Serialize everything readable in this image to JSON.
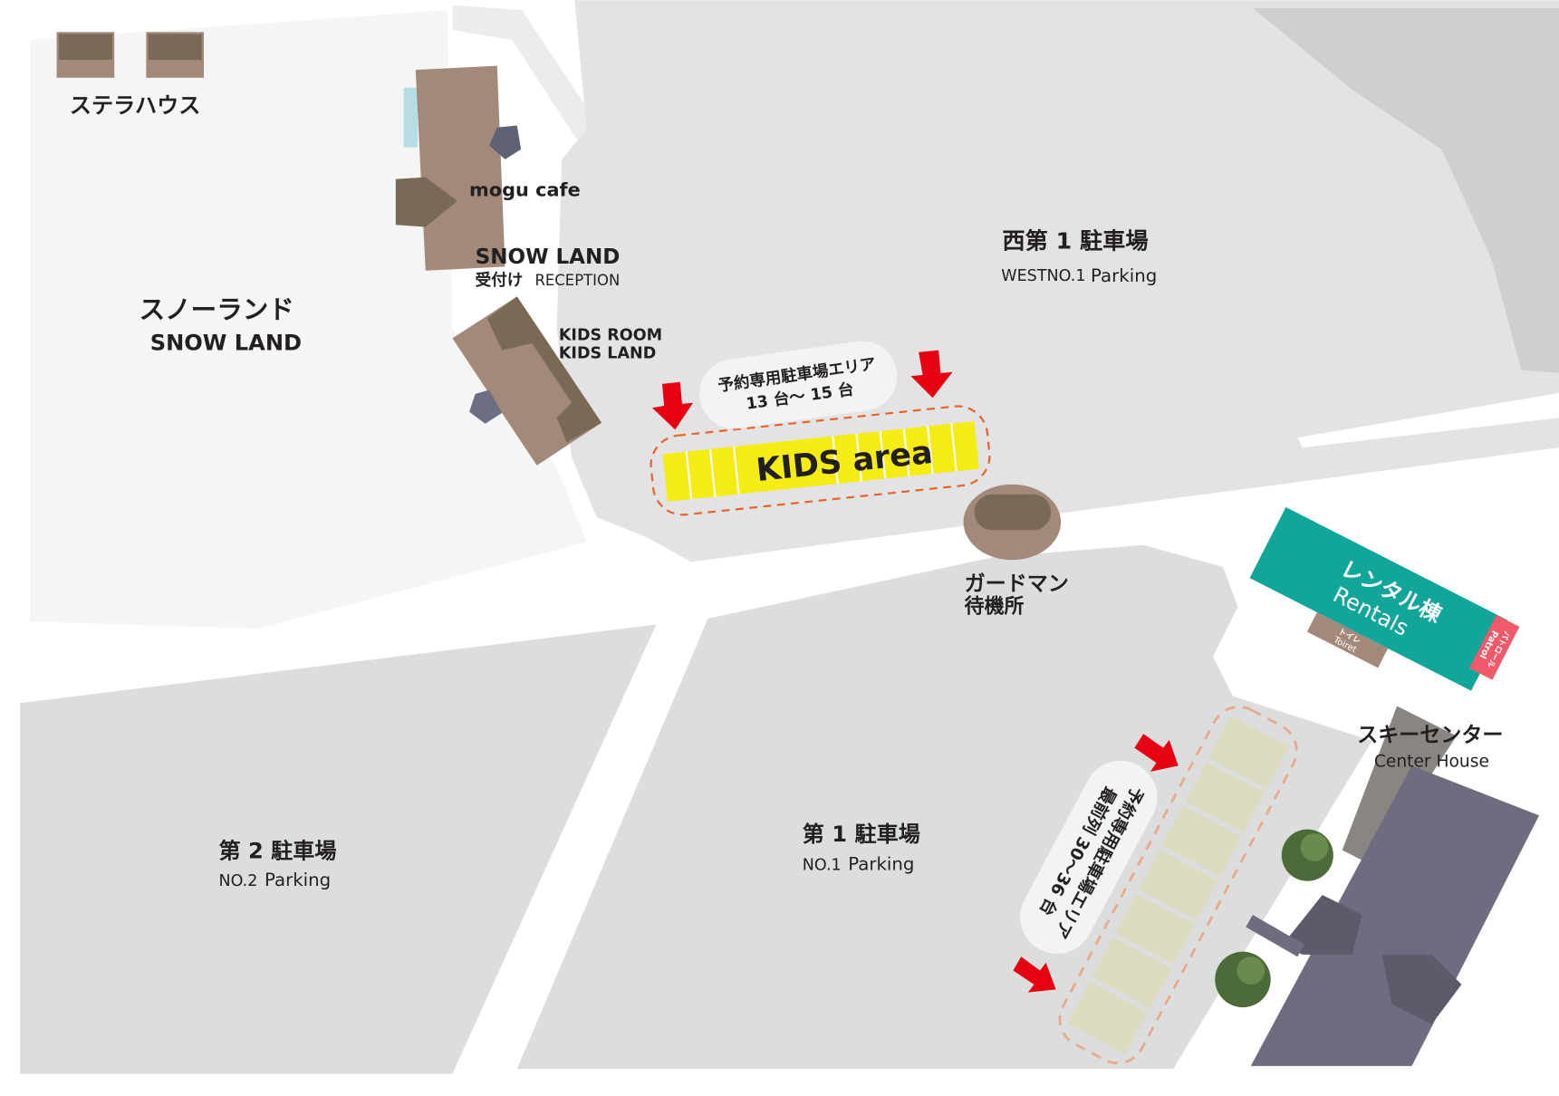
{
  "colors": {
    "parking": "#dcdddd",
    "snow_area": "#f5f5f5",
    "building": "#a3897a",
    "rentals": "#12a69b",
    "patrol": "#ee5a6a",
    "kids_area": "#f5ec14",
    "arrow": "#e60012",
    "reserved_slots": "#dcdbc0",
    "center_house": "#6e6c7e"
  },
  "labels": {
    "stella_house": "ステラハウス",
    "mogu_cafe": "mogu cafe",
    "snow_land_reception_en": "SNOW LAND",
    "snow_land_reception_jp": "受付け",
    "snow_land_reception_sub": "RECEPTION",
    "snow_land_jp": "スノーランド",
    "snow_land_en": "SNOW LAND",
    "kids_room": "KIDS ROOM",
    "kids_land": "KIDS LAND",
    "west_parking_jp": "西第 1 駐車場",
    "west_parking_en_a": "WESTNO.1",
    "west_parking_en_b": "Parking",
    "reserved_top_line1": "予約専用駐車場エリア",
    "reserved_top_line2": "13 台～ 15 台",
    "kids_area": "KIDS area",
    "guardman_line1": "ガードマン",
    "guardman_line2": "待機所",
    "rentals_jp": "レンタル棟",
    "rentals_en": "Rentals",
    "toilet_jp": "トイレ",
    "toilet_en": "Toiret",
    "patrol_jp": "パトロール",
    "patrol_en": "Patrol",
    "center_house_jp": "スキーセンター",
    "center_house_en": "Center House",
    "parking1_jp": "第 1 駐車場",
    "parking1_en_a": "NO.1",
    "parking1_en_b": "Parking",
    "parking2_jp": "第 2 駐車場",
    "parking2_en_a": "NO.2",
    "parking2_en_b": "Parking",
    "reserved_front_line1": "予約専用駐車場エリア",
    "reserved_front_line2": "最前列 30～36 台"
  }
}
